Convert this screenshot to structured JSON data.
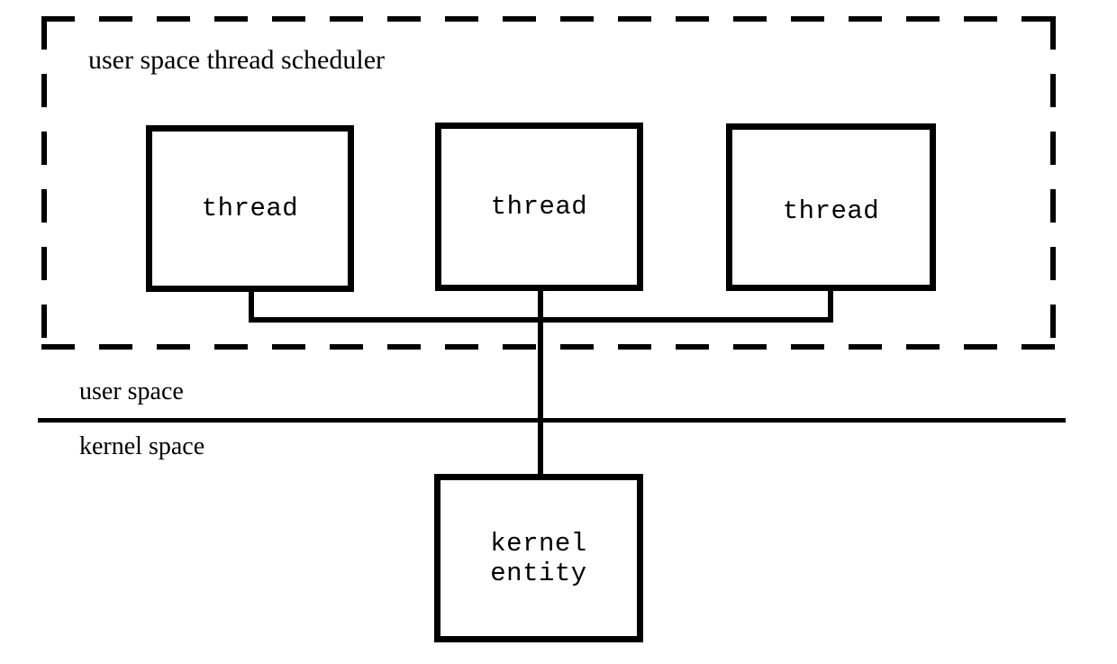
{
  "diagram": {
    "title": "user space thread scheduler",
    "type": "many-to-one threading model",
    "region": {
      "label": "user space thread scheduler",
      "border_style": "dashed",
      "border_color": "#000000"
    },
    "boundary": {
      "above_label": "user space",
      "below_label": "kernel space",
      "divider_style": "solid",
      "divider_color": "#000000"
    },
    "nodes": [
      {
        "id": "thread-1",
        "label": "thread",
        "layer": "user space"
      },
      {
        "id": "thread-2",
        "label": "thread",
        "layer": "user space"
      },
      {
        "id": "thread-3",
        "label": "thread",
        "layer": "user space"
      },
      {
        "id": "kernel-entity",
        "label": "kernel\nentity",
        "layer": "kernel space"
      }
    ],
    "connections": [
      {
        "from": "thread-1",
        "to": "kernel-entity",
        "style": "orthogonal bus"
      },
      {
        "from": "thread-2",
        "to": "kernel-entity",
        "style": "orthogonal bus"
      },
      {
        "from": "thread-3",
        "to": "kernel-entity",
        "style": "orthogonal bus"
      }
    ],
    "colors": {
      "background": "#ffffff",
      "stroke": "#000000",
      "text": "#000000"
    }
  }
}
